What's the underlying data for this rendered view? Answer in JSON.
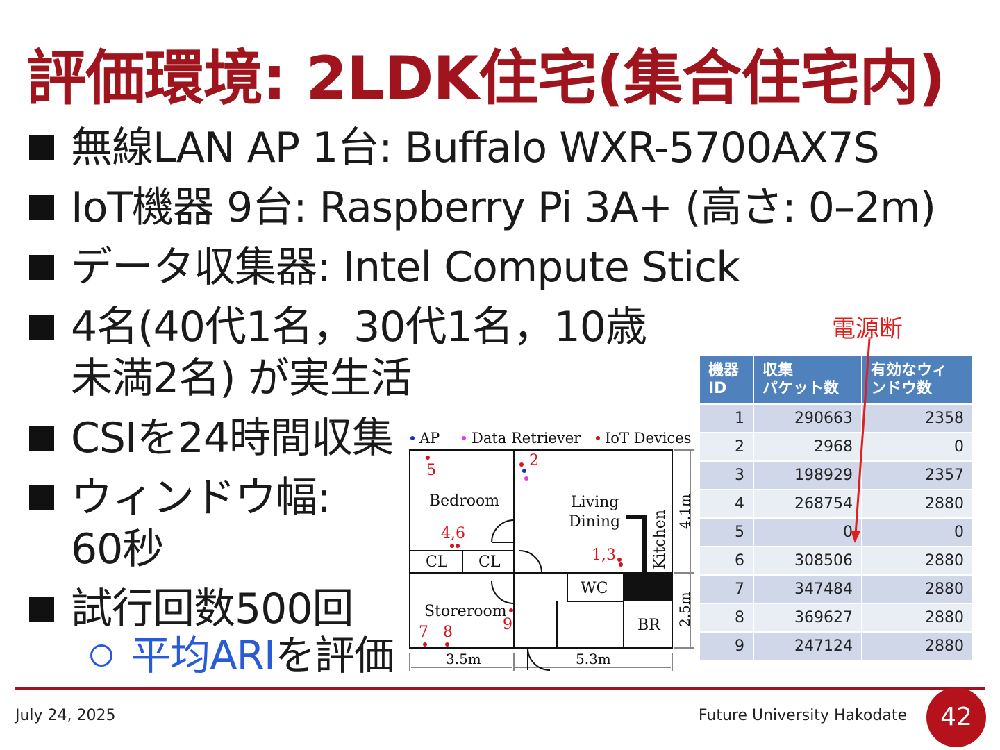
{
  "title": "評価環境: 2LDK住宅(集合住宅内)",
  "bullets": [
    "無線LAN AP 1台: Buffalo WXR-5700AX7S",
    "IoT機器 9台: Raspberry Pi 3A+ (高さ: 0–2m)",
    "データ収集器: Intel Compute Stick",
    "4名(40代1名，30代1名，10歳",
    "未満2名) が実生活",
    "CSIを24時間収集",
    "ウィンドウ幅:",
    "60秒",
    "試行回数500回"
  ],
  "sub_bullet": {
    "highlight": "平均ARI",
    "rest": "を評価"
  },
  "annotation": "電源断",
  "floorplan": {
    "legend": [
      "AP",
      "Data Retriever",
      "IoT Devices"
    ],
    "rooms": [
      "Bedroom",
      "Living",
      "Dining",
      "Kitchen",
      "CL",
      "CL",
      "WC",
      "Storeroom",
      "BR"
    ],
    "device_labels": [
      "5",
      "2",
      "4,6",
      "1,3",
      "9",
      "7",
      "8"
    ],
    "dims": [
      "4.1m",
      "2.5m",
      "3.5m",
      "5.3m"
    ],
    "colors": {
      "ap": "#1a2ecc",
      "retriever": "#e23be0",
      "iot": "#d6121a"
    }
  },
  "table": {
    "headers": [
      "機器\nID",
      "収集\nパケット数",
      "有効なウィ\nンドウ数"
    ],
    "rows": [
      [
        "1",
        "290663",
        "2358"
      ],
      [
        "2",
        "2968",
        "0"
      ],
      [
        "3",
        "198929",
        "2357"
      ],
      [
        "4",
        "268754",
        "2880"
      ],
      [
        "5",
        "0",
        "0"
      ],
      [
        "6",
        "308506",
        "2880"
      ],
      [
        "7",
        "347484",
        "2880"
      ],
      [
        "8",
        "369627",
        "2880"
      ],
      [
        "9",
        "247124",
        "2880"
      ]
    ]
  },
  "footer": {
    "date": "July 24, 2025",
    "institution": "Future University Hakodate",
    "page": "42"
  },
  "colors": {
    "title": "#a0141e",
    "accent": "#2a5bd7",
    "table_header": "#4f81bd",
    "annotation": "#e0201e"
  }
}
